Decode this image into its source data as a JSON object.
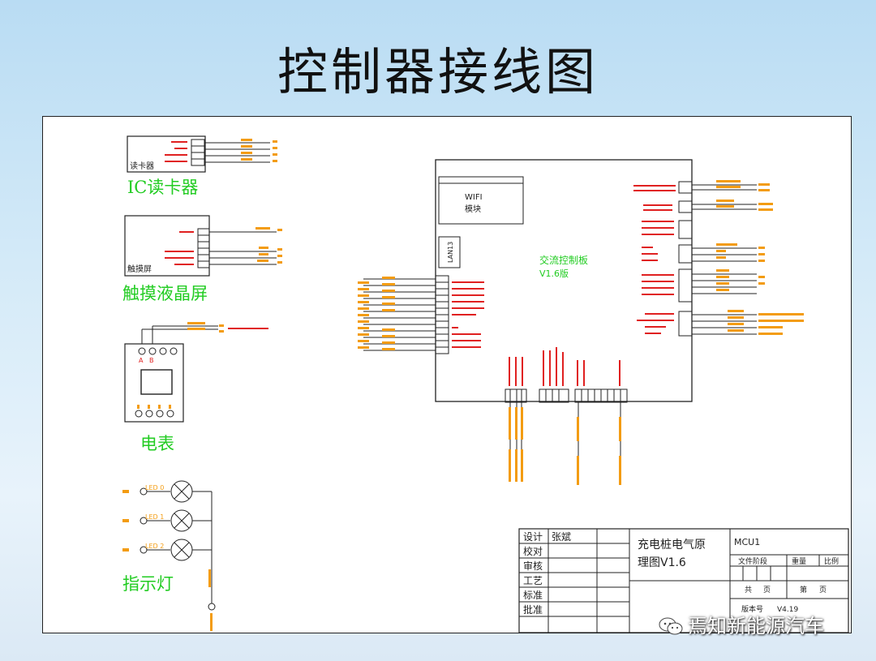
{
  "slide": {
    "title": "控制器接线图"
  },
  "diagram": {
    "card_reader": {
      "box_label": "读卡器",
      "caption": "IC读卡器"
    },
    "touch_screen": {
      "box_label": "触摸屏",
      "caption": "触摸液晶屏"
    },
    "meter": {
      "caption": "电表",
      "terminals": [
        "A",
        "B"
      ]
    },
    "indicator": {
      "caption": "指示灯",
      "leds": [
        "LED 0",
        "LED 1",
        "LED 2"
      ]
    },
    "board": {
      "wifi_title": "WIFI",
      "wifi_sub": "模块",
      "lan_label": "LAN13",
      "board_title": "交流控制板",
      "board_version": "V1.6版"
    }
  },
  "title_block": {
    "rows": [
      {
        "label": "设计",
        "name": "张斌"
      },
      {
        "label": "校对",
        "name": ""
      },
      {
        "label": "审核",
        "name": ""
      },
      {
        "label": "工艺",
        "name": ""
      },
      {
        "label": "标准",
        "name": ""
      },
      {
        "label": "批准",
        "name": ""
      }
    ],
    "drawing_title_1": "充电桩电气原",
    "drawing_title_2": "理图V1.6",
    "code": "MCU1",
    "stage_label": "文件阶段",
    "weight_label": "重量",
    "scale_label": "比例",
    "total_label": "共",
    "page_label": "页",
    "sheet_label": "第",
    "sheet_page_label": "页",
    "version_label": "版本号",
    "version_value": "V4.19"
  },
  "watermark": {
    "text": "焉知新能源汽车"
  },
  "colors": {
    "green": "#22cc22",
    "orange": "#f39c12",
    "red": "#e02020",
    "line": "#222222"
  }
}
